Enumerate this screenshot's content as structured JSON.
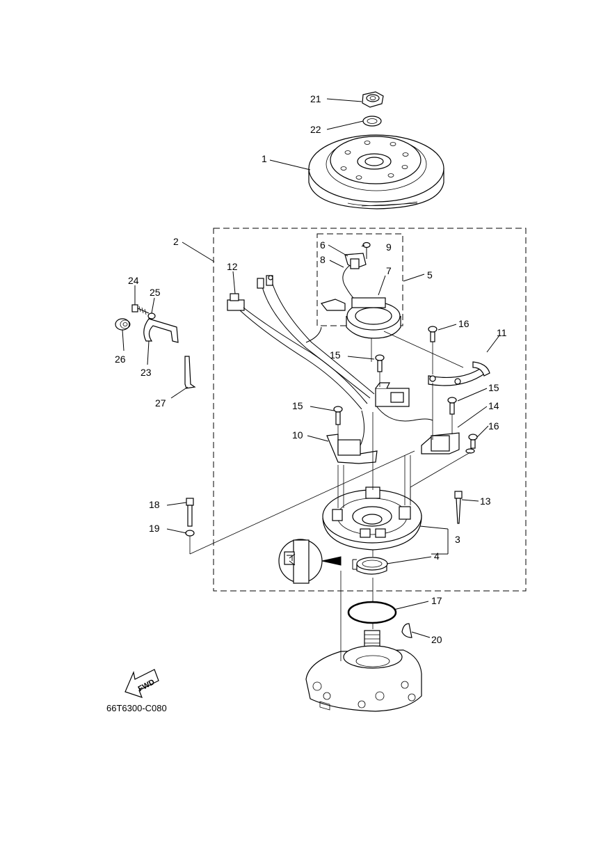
{
  "diagram": {
    "part_code": "66T6300-C080",
    "fwd_label": "FWD",
    "callouts": [
      {
        "id": "c21",
        "text": "21"
      },
      {
        "id": "c22",
        "text": "22"
      },
      {
        "id": "c1",
        "text": "1"
      },
      {
        "id": "c2",
        "text": "2"
      },
      {
        "id": "c6",
        "text": "6"
      },
      {
        "id": "c9",
        "text": "9"
      },
      {
        "id": "c8",
        "text": "8"
      },
      {
        "id": "c7",
        "text": "7"
      },
      {
        "id": "c5",
        "text": "5"
      },
      {
        "id": "c12",
        "text": "12"
      },
      {
        "id": "c24",
        "text": "24"
      },
      {
        "id": "c25",
        "text": "25"
      },
      {
        "id": "c26",
        "text": "26"
      },
      {
        "id": "c23",
        "text": "23"
      },
      {
        "id": "c27",
        "text": "27"
      },
      {
        "id": "c16a",
        "text": "16"
      },
      {
        "id": "c11",
        "text": "11"
      },
      {
        "id": "c15a",
        "text": "15"
      },
      {
        "id": "c15b",
        "text": "15"
      },
      {
        "id": "c15c",
        "text": "15"
      },
      {
        "id": "c14",
        "text": "14"
      },
      {
        "id": "c16b",
        "text": "16"
      },
      {
        "id": "c10",
        "text": "10"
      },
      {
        "id": "c18",
        "text": "18"
      },
      {
        "id": "c13",
        "text": "13"
      },
      {
        "id": "c19",
        "text": "19"
      },
      {
        "id": "c3",
        "text": "3"
      },
      {
        "id": "c4",
        "text": "4"
      },
      {
        "id": "c17",
        "text": "17"
      },
      {
        "id": "c20",
        "text": "20"
      }
    ]
  }
}
